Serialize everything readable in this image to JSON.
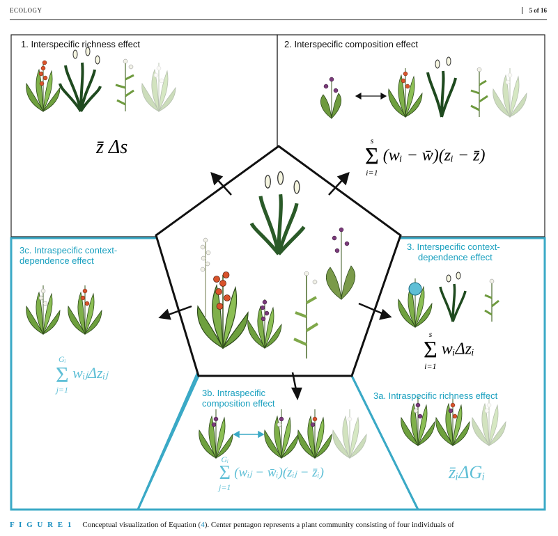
{
  "header": {
    "journal": "ECOLOGY",
    "page": "5 of 16"
  },
  "panels": {
    "p1": {
      "title": "1. Interspecific richness effect",
      "formula": "z̄ Δs"
    },
    "p2": {
      "title": "2. Interspecific composition effect",
      "sum_top": "s",
      "sum_bottom": "i=1",
      "expr": "(wᵢ − w̄)(zᵢ − z̄)"
    },
    "p3": {
      "title_line1": "3. Interspecific context-",
      "title_line2": "dependence effect",
      "sum_top": "s",
      "sum_bottom": "i=1",
      "expr": "wᵢΔzᵢ"
    },
    "p3a": {
      "title": "3a. Intraspecific richness effect",
      "formula": "z̄ᵢΔGᵢ"
    },
    "p3b": {
      "title_line1": "3b. Intraspecific",
      "title_line2": "composition effect",
      "sum_top": "Gᵢ",
      "sum_bottom": "j=1",
      "expr": "(wᵢⱼ − w̄ᵢ)(zᵢⱼ − z̄ᵢ)"
    },
    "p3c": {
      "title_line1": "3c. Intraspecific context-",
      "title_line2": "dependence effect",
      "sum_top": "Gᵢ",
      "sum_bottom": "j=1",
      "expr": "wᵢⱼΔzᵢⱼ"
    }
  },
  "caption": {
    "label": "F I G U R E 1",
    "text_before": "Conceptual visualization of Equation (",
    "link": "4",
    "text_after": "). Center pentagon represents a plant community consisting of four individuals of"
  },
  "colors": {
    "teal": "#1aa0bf",
    "teal_light": "#5fbfd6",
    "black": "#111111"
  }
}
